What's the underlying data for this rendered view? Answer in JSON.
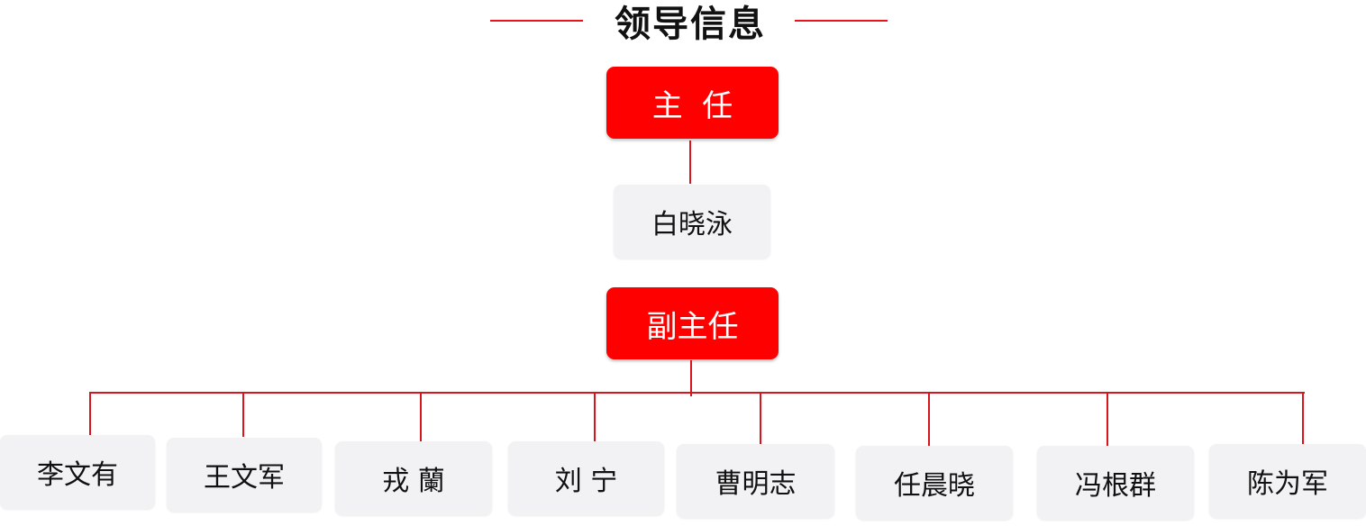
{
  "title": "领导信息",
  "colors": {
    "accent": "#ff0000",
    "line": "#d8141c",
    "card": "#f2f2f4"
  },
  "director": {
    "label": "主  任",
    "name": "白晓泳"
  },
  "deputy": {
    "label": "副主任",
    "names": [
      "李文有",
      "王文军",
      "戎 蘭",
      "刘 宁",
      "曹明志",
      "任晨晓",
      "冯根群",
      "陈为军"
    ]
  }
}
